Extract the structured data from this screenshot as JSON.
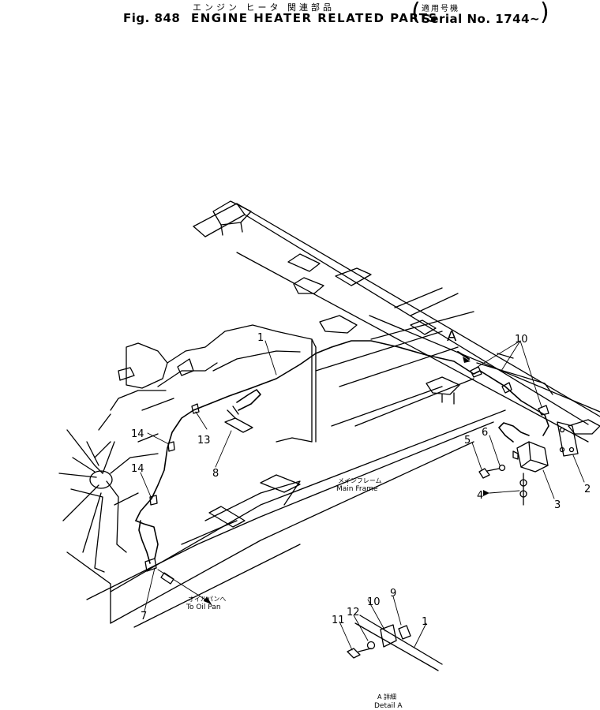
{
  "header": {
    "jp_title": "エンジン ヒータ 関連部品",
    "fig": "Fig. 848",
    "title": "ENGINE HEATER RELATED PARTS",
    "serial_jp": "適用号機",
    "serial": "Serial No. 1744~"
  },
  "callouts": {
    "p1a": "1",
    "p1b": "1",
    "p2": "2",
    "p3": "3",
    "p4": "4",
    "p5": "5",
    "p6": "6",
    "p7": "7",
    "p8": "8",
    "p9": "9",
    "p10a": "10",
    "p10b": "10",
    "p11": "11",
    "p12": "12",
    "p13": "13",
    "p14a": "14",
    "p14b": "14"
  },
  "view_marker": "A",
  "labels": {
    "main_frame_jp": "メインフレーム",
    "main_frame_en": "Main Frame",
    "oil_pan_jp": "オイルパンへ",
    "oil_pan_en": "To Oil Pan",
    "detail_jp": "A 詳細",
    "detail_en": "Detail A"
  }
}
